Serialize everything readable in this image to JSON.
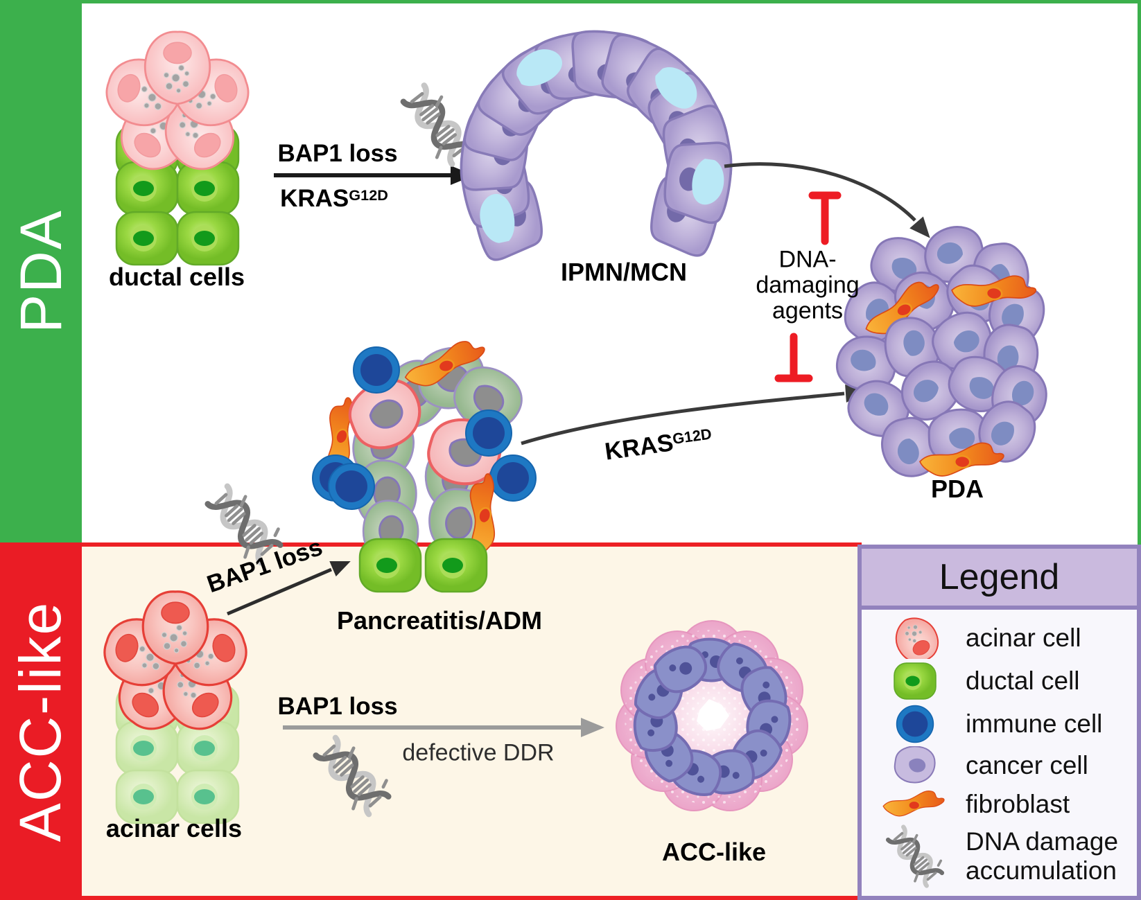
{
  "sidebar": {
    "pda_label": "PDA",
    "acc_label": "ACC-like"
  },
  "pda_section": {
    "ductal_cells_label": "ductal cells",
    "mutation_top": "BAP1 loss",
    "mutation_gene": "KRAS",
    "mutation_allele": "G12D",
    "ipmn_label": "IPMN/MCN",
    "dna_damaging_line1": "DNA-",
    "dna_damaging_line2": "damaging",
    "dna_damaging_line3": "agents",
    "pda_label": "PDA",
    "kras_gene": "KRAS",
    "kras_allele": "G12D",
    "adm_label": "Pancreatitis/ADM",
    "adm_mutation": "BAP1 loss"
  },
  "acc_section": {
    "acinar_cells_label": "acinar cells",
    "mutation_label": "BAP1 loss",
    "mechanism_label": "defective DDR",
    "acc_label": "ACC-like"
  },
  "legend": {
    "title": "Legend",
    "items": [
      {
        "icon": "acinar-cell-icon",
        "label": "acinar cell"
      },
      {
        "icon": "ductal-cell-icon",
        "label": "ductal cell"
      },
      {
        "icon": "immune-cell-icon",
        "label": "immune cell"
      },
      {
        "icon": "cancer-cell-icon",
        "label": "cancer cell"
      },
      {
        "icon": "fibroblast-icon",
        "label": "fibroblast"
      },
      {
        "icon": "dna-damage-icon",
        "label": "DNA damage accumulation"
      }
    ]
  },
  "colors": {
    "pda_green": "#3cb04c",
    "acc_red": "#ea1c25",
    "inhibition_red": "#ed1c24",
    "legend_purple": "#9282bd",
    "pda_bg": "#f1f8ef",
    "acc_bg": "#fdf6e7"
  }
}
